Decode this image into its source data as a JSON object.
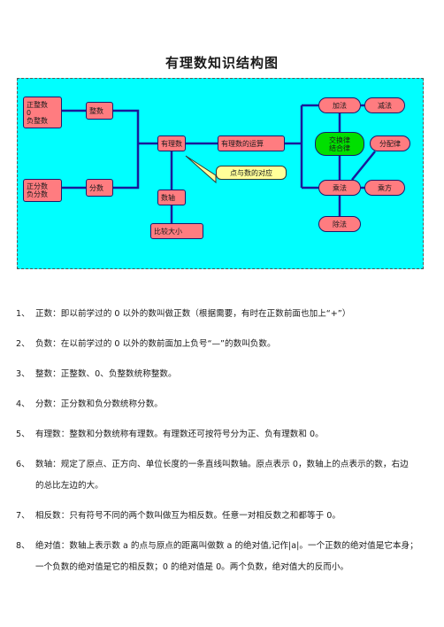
{
  "title": "有理数知识结构图",
  "diagram": {
    "nodes": {
      "integers_group": "正整数\n0\n负整数",
      "integer": "整数",
      "fractions_group": "正分数\n负分数",
      "fraction": "分数",
      "rational": "有理数",
      "operations": "有理数的运算",
      "number_line": "数轴",
      "compare": "比较大小",
      "add": "加法",
      "subtract": "减法",
      "laws": "交换律\n结合律",
      "distributive": "分配律",
      "multiply": "乘法",
      "power": "乘方",
      "divide": "除法"
    },
    "callout": "点与数的对应"
  },
  "items": [
    {
      "num": "1、",
      "text": "正数：即以前学过的 0 以外的数叫做正数（根据需要，有时在正数前面也加上“+”）"
    },
    {
      "num": "2、",
      "text": "负数：在以前学过的 0 以外的数前面加上负号“—”的数叫负数。"
    },
    {
      "num": "3、",
      "text": "整数：正整数、0、负整数统称整数。"
    },
    {
      "num": "4、",
      "text": "分数：正分数和负分数统称分数。"
    },
    {
      "num": "5、",
      "text": "有理数：整数和分数统称有理数。有理数还可按符号分为正、负有理数和 0。"
    },
    {
      "num": "6、",
      "text": "数轴：规定了原点、正方向、单位长度的一条直线叫数轴。原点表示 0，数轴上的点表示的数，右边\n的总比左边的大。"
    },
    {
      "num": "7、",
      "text": "相反数：只有符号不同的两个数叫做互为相反数。任意一对相反数之和都等于 0。"
    },
    {
      "num": "8、",
      "text": "绝对值：数轴上表示数 a 的点与原点的距离叫做数 a 的绝对值,记作|a|。一个正数的绝对值是它本身；\n一个负数的绝对值是它的相反数；0 的绝对值是 0。两个负数，绝对值大的反而小。"
    }
  ]
}
